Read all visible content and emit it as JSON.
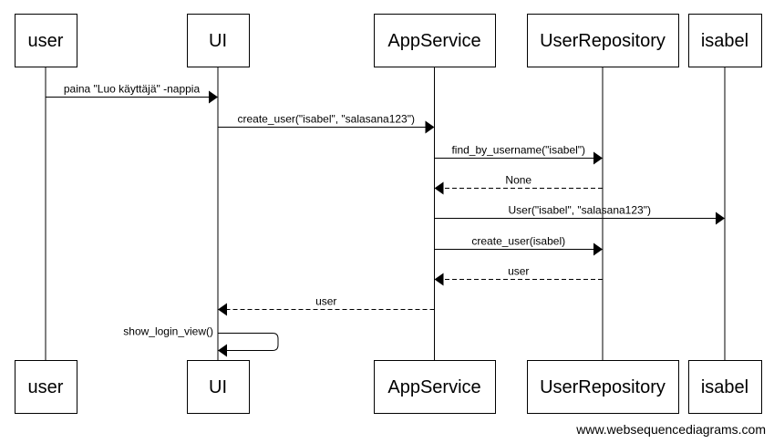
{
  "participants": [
    {
      "id": "user",
      "label": "user"
    },
    {
      "id": "ui",
      "label": "UI"
    },
    {
      "id": "appservice",
      "label": "AppService"
    },
    {
      "id": "userrepository",
      "label": "UserRepository"
    },
    {
      "id": "isabel",
      "label": "isabel"
    }
  ],
  "messages": [
    {
      "from": "user",
      "to": "ui",
      "label": "paina \"Luo käyttäjä\" -nappia",
      "style": "solid"
    },
    {
      "from": "ui",
      "to": "appservice",
      "label": "create_user(\"isabel\", \"salasana123\")",
      "style": "solid"
    },
    {
      "from": "appservice",
      "to": "userrepository",
      "label": "find_by_username(\"isabel\")",
      "style": "solid"
    },
    {
      "from": "userrepository",
      "to": "appservice",
      "label": "None",
      "style": "dashed"
    },
    {
      "from": "appservice",
      "to": "isabel",
      "label": "User(\"isabel\", \"salasana123\")",
      "style": "solid"
    },
    {
      "from": "appservice",
      "to": "userrepository",
      "label": "create_user(isabel)",
      "style": "solid"
    },
    {
      "from": "userrepository",
      "to": "appservice",
      "label": "user",
      "style": "dashed"
    },
    {
      "from": "appservice",
      "to": "ui",
      "label": "user",
      "style": "dashed"
    },
    {
      "from": "ui",
      "to": "ui",
      "label": "show_login_view()",
      "style": "solid"
    }
  ],
  "footer": "www.websequencediagrams.com"
}
